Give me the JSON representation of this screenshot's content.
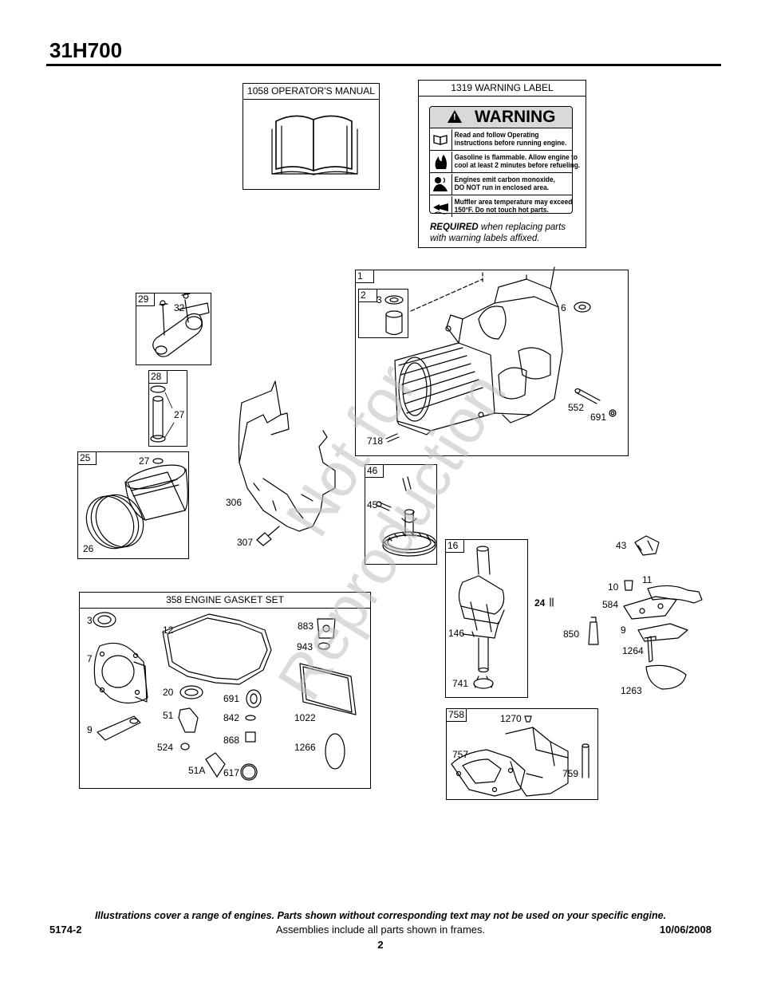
{
  "document": {
    "title": "31H700",
    "footer_note": "Illustrations cover a range of engines. Parts shown without corresponding text may not be used on your specific engine.",
    "doc_number": "5174-2",
    "assemblies_note": "Assemblies include all parts shown in frames.",
    "date": "10/06/2008",
    "page_number": "2"
  },
  "watermark": {
    "line1": "Not for",
    "line2": "Reproduction"
  },
  "frames": {
    "manual": {
      "caption": "1058 OPERATOR'S MANUAL"
    },
    "warning_label": {
      "caption": "1319 WARNING LABEL",
      "heading": "WARNING",
      "lines": [
        [
          "Read and follow Operating",
          "instructions before running engine."
        ],
        [
          "Gasoline is flammable. Allow engine to",
          "cool at least 2 minutes before refueling."
        ],
        [
          "Engines emit carbon monoxide,",
          "DO NOT run in enclosed area."
        ],
        [
          "Muffler area temperature may exceed",
          "150°F.  Do not touch hot parts."
        ]
      ],
      "required_word": "REQUIRED",
      "required_rest": " when replacing parts",
      "required_line2": "with warning labels affixed."
    },
    "cylinder": {
      "number": "1"
    },
    "bushing": {
      "number": "2"
    },
    "rod": {
      "number": "29"
    },
    "pin": {
      "number": "28"
    },
    "piston": {
      "number": "25"
    },
    "camshaft": {
      "number": "46"
    },
    "crankshaft": {
      "number": "16"
    },
    "gasket_set": {
      "caption": "358 ENGINE GASKET SET"
    },
    "base": {
      "number": "758"
    }
  },
  "callouts": {
    "c3a": "3",
    "c6": "6",
    "c552": "552",
    "c691a": "691",
    "c718": "718",
    "c32": "32",
    "c27a": "27",
    "c27b": "27",
    "c26": "26",
    "c306": "306",
    "c307": "307",
    "c45": "45",
    "c43": "43",
    "c10": "10",
    "c11": "11",
    "c584": "584",
    "c24": "24",
    "c850": "850",
    "c9a": "9",
    "c1264": "1264",
    "c1263": "1263",
    "c146": "146",
    "c741": "741",
    "c3b": "3",
    "c12": "12",
    "c883": "883",
    "c943": "943",
    "c7": "7",
    "c20": "20",
    "c691b": "691",
    "c51": "51",
    "c842": "842",
    "c1022": "1022",
    "c9b": "9",
    "c524": "524",
    "c868": "868",
    "c1266": "1266",
    "c51a": "51A",
    "c617": "617",
    "c1270": "1270",
    "c757": "757",
    "c759": "759"
  },
  "colors": {
    "ink": "#000000",
    "warning_header": "#d9d9d9",
    "watermark": "#bebebe"
  }
}
